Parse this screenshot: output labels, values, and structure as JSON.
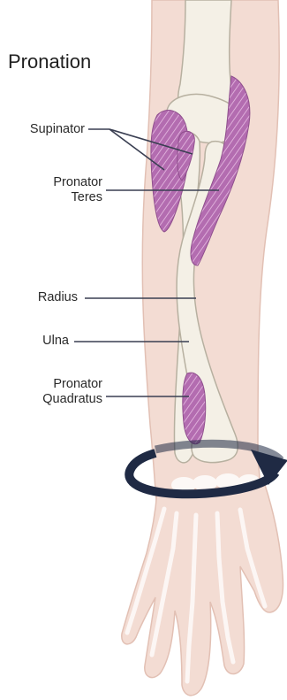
{
  "title": "Pronation",
  "labels": {
    "supinator": "Supinator",
    "pronator_teres": "Pronator\nTeres",
    "radius": "Radius",
    "ulna": "Ulna",
    "pronator_quadratus": "Pronator\nQuadratus"
  },
  "colors": {
    "skin": "#f3dcd3",
    "skin_outline": "#e2c0b4",
    "bone": "#f4f0e6",
    "bone_outline": "#b7b0a0",
    "muscle": "#b36cb0",
    "muscle_stripe": "#e7bde3",
    "leader_line": "#3a3f52",
    "arrow": "#1f2a44"
  }
}
